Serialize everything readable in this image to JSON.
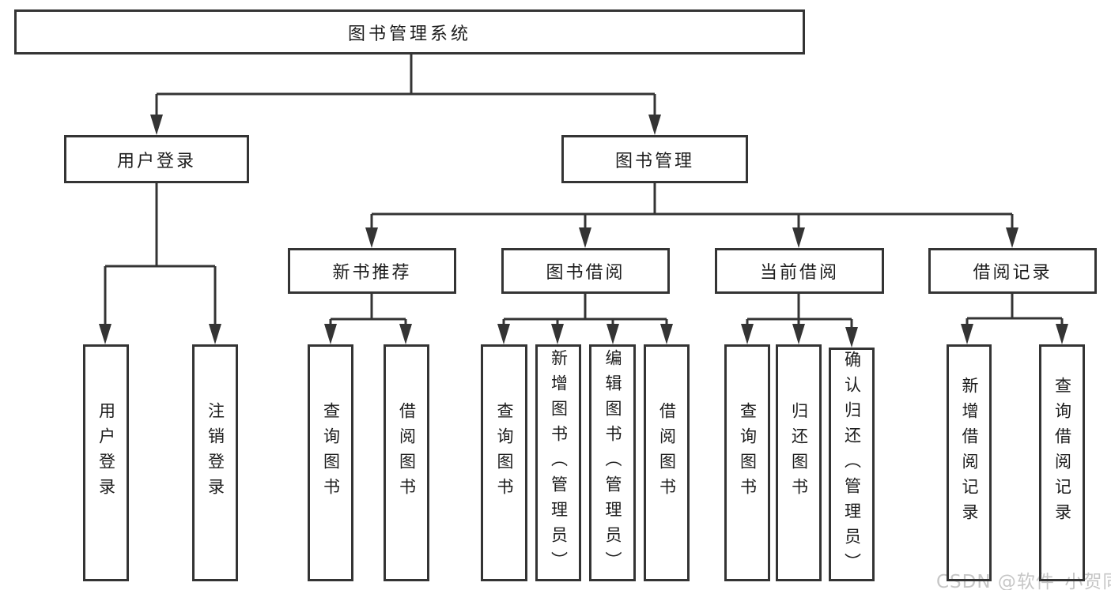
{
  "diagram_title": "图书管理系统",
  "colors": {
    "line": "#343434",
    "text": "#1c1c1c",
    "background": "#ffffff",
    "watermark": "#c6c6c6"
  },
  "tree": {
    "label": "图书管理系统",
    "children": [
      {
        "label": "用户登录",
        "children": [
          {
            "label": "用户登录"
          },
          {
            "label": "注销登录"
          }
        ]
      },
      {
        "label": "图书管理",
        "children": [
          {
            "label": "新书推荐",
            "children": [
              {
                "label": "查询图书"
              },
              {
                "label": "借阅图书"
              }
            ]
          },
          {
            "label": "图书借阅",
            "children": [
              {
                "label": "查询图书"
              },
              {
                "label": "新增图书（管理员）"
              },
              {
                "label": "编辑图书（管理员）"
              },
              {
                "label": "借阅图书"
              }
            ]
          },
          {
            "label": "当前借阅",
            "children": [
              {
                "label": "查询图书"
              },
              {
                "label": "归还图书"
              },
              {
                "label": "确认归还（管理员）"
              }
            ]
          },
          {
            "label": "借阅记录",
            "children": [
              {
                "label": "新增借阅记录"
              },
              {
                "label": "查询借阅记录"
              }
            ]
          }
        ]
      }
    ]
  },
  "watermark": "CSDN @软件_小贺同学"
}
